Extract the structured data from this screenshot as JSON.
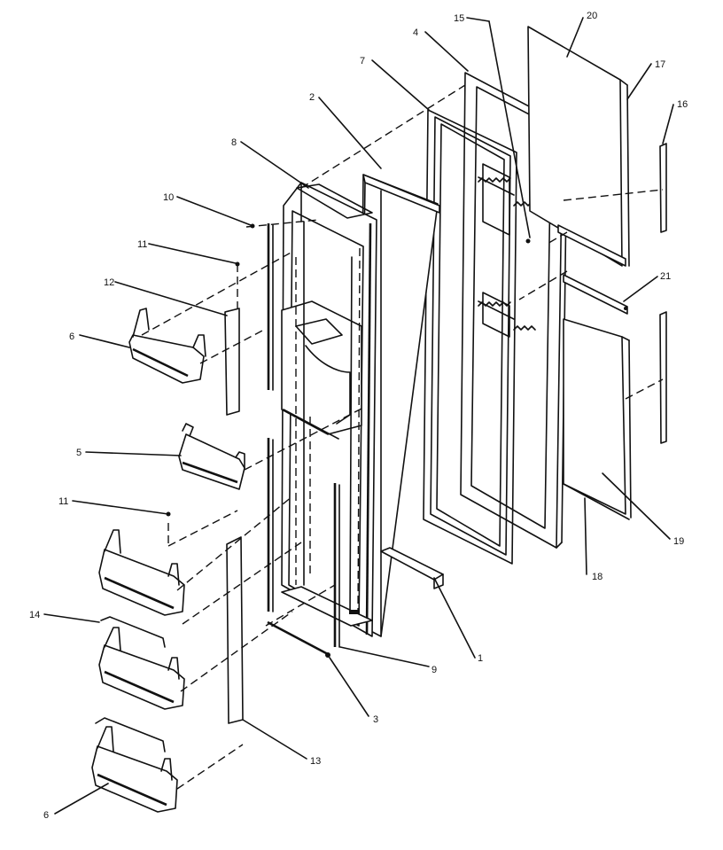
{
  "callouts": {
    "c1": "1",
    "c2": "2",
    "c3": "3",
    "c4": "4",
    "c5": "5",
    "c6a": "6",
    "c6b": "6",
    "c7": "7",
    "c8": "8",
    "c9": "9",
    "c10": "10",
    "c11a": "11",
    "c11b": "11",
    "c12": "12",
    "c13": "13",
    "c14": "14",
    "c15": "15",
    "c16": "16",
    "c17": "17",
    "c18": "18",
    "c19": "19",
    "c20": "20",
    "c21": "21"
  }
}
